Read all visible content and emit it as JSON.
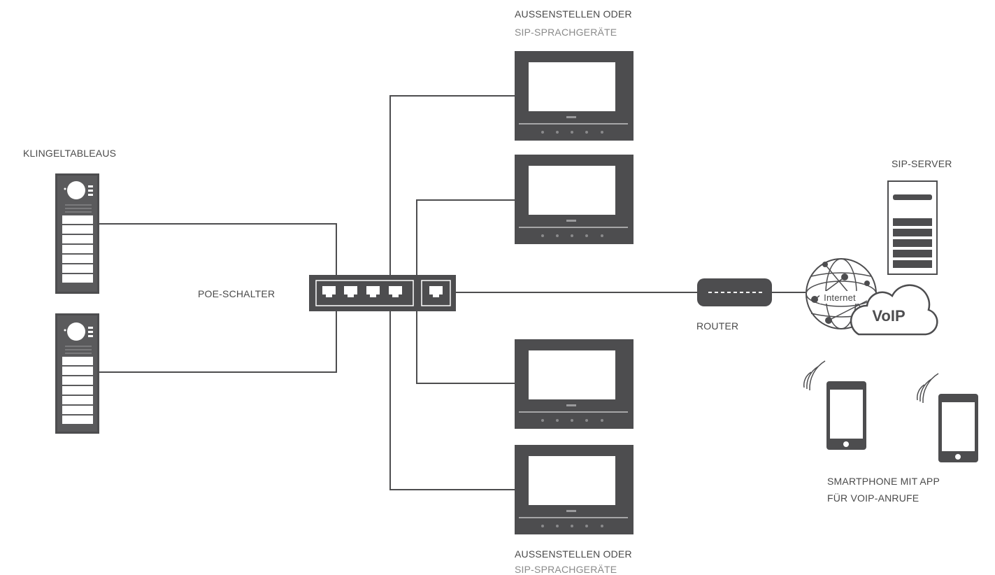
{
  "labels": {
    "panels": "KLINGELTABLEAUS",
    "poe_switch": "POE-SCHALTER",
    "top_group_line1": "AUSSENSTELLEN ODER",
    "top_group_line2": "SIP-SPRACHGERÄTE",
    "bottom_group_line1": "AUSSENSTELLEN ODER",
    "bottom_group_line2": "SIP-SPRACHGERÄTE",
    "router": "ROUTER",
    "sip_server": "SIP-SERVER",
    "internet": "Internet",
    "voip": "VoIP",
    "smartphone_line1": "SMARTPHONE MIT APP",
    "smartphone_line2": "FÜR VOIP-ANRUFE"
  },
  "colors": {
    "device": "#4d4d4f",
    "line": "#4d4d4f",
    "text": "#4a4a4a",
    "text_light": "#8a8a8a"
  }
}
